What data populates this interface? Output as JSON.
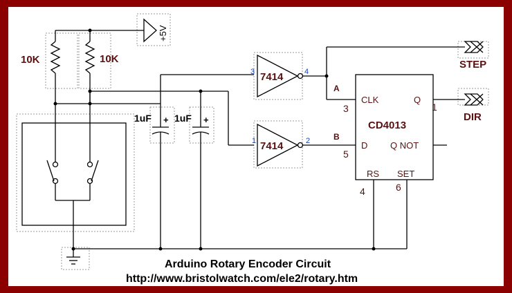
{
  "supply": {
    "label": "+5V"
  },
  "resistors": [
    {
      "value": "10K"
    },
    {
      "value": "10K"
    }
  ],
  "capacitors": [
    {
      "value": "1uF",
      "polarity": "+"
    },
    {
      "value": "1uF",
      "polarity": "+"
    }
  ],
  "inverters": [
    {
      "part": "7414",
      "input_pin": "3",
      "output_pin": "4"
    },
    {
      "part": "7414",
      "input_pin": "1",
      "output_pin": "2"
    }
  ],
  "flipflop": {
    "part": "CD4013",
    "pins": {
      "clk": "CLK",
      "q": "Q",
      "d": "D",
      "qnot": "Q NOT",
      "rs": "RS",
      "set": "SET"
    },
    "pin_numbers": {
      "clk": "3",
      "q": "1",
      "d": "5",
      "rs": "4",
      "set": "6"
    }
  },
  "nets": {
    "a": "A",
    "b": "B"
  },
  "outputs": {
    "step": "STEP",
    "dir": "DIR"
  },
  "caption": {
    "title": "Arduino Rotary Encoder Circuit",
    "url": "http://www.bristolwatch.com/ele2/rotary.htm"
  }
}
